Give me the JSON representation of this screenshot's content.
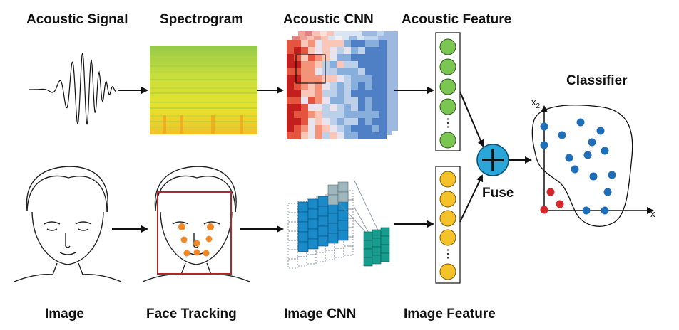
{
  "labels": {
    "acoustic_signal": "Acoustic Signal",
    "spectrogram": "Spectrogram",
    "acoustic_cnn": "Acoustic CNN",
    "acoustic_feature": "Acoustic Feature",
    "classifier": "Classifier",
    "fuse": "Fuse",
    "image": "Image",
    "face_tracking": "Face Tracking",
    "image_cnn": "Image CNN",
    "image_feature": "Image Feature"
  },
  "classifier_axes": {
    "y_label": "x",
    "y_sub": "2",
    "x_label": "x"
  },
  "feature_vector_ellipsis": "⋮",
  "colors": {
    "acoustic_node": "#7bc653",
    "image_node": "#f6c22a",
    "fuse_node": "#2aa6d8",
    "class_blue": "#1f6fb8",
    "class_red": "#d7262b",
    "face_marker": "#f0882a",
    "face_box": "#b0272b",
    "cnn_blue": "#1a8ac9",
    "cnn_teal": "#179c8e"
  }
}
